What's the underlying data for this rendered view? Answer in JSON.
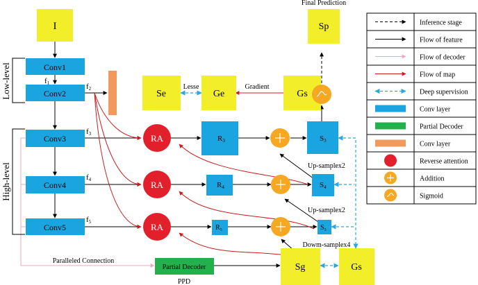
{
  "header": {
    "final_prediction": "Final  Prediction"
  },
  "nodes": {
    "input": "I",
    "conv1": "Conv1",
    "conv2": "Conv2",
    "conv3": "Conv3",
    "conv4": "Conv4",
    "conv5": "Conv5",
    "se": "Se",
    "ge": "Ge",
    "gs_top": "Gs",
    "sp": "Sp",
    "ra3": "RA",
    "ra4": "RA",
    "ra5": "RA",
    "r3": "R",
    "r3_sub": "3",
    "r4": "R",
    "r4_sub": "4",
    "r5": "R",
    "r5_sub": "5",
    "s3": "S",
    "s3_sub": "3",
    "s4": "S",
    "s4_sub": "4",
    "s5": "S",
    "s5_sub": "5",
    "partial_decoder": "Partial Decoder",
    "sg": "Sg",
    "gs_bottom": "Gs"
  },
  "features": {
    "f1": "f",
    "f1_sub": "1",
    "f2": "f",
    "f2_sub": "2",
    "f3": "f",
    "f3_sub": "3",
    "f4": "f",
    "f4_sub": "4",
    "f5": "f",
    "f5_sub": "5"
  },
  "labels": {
    "low_level": "Low-level",
    "high_level": "High-level",
    "lesse": "Lesse",
    "gradient": "Gradient",
    "up_sample_1": "Up-samplex2",
    "up_sample_2": "Up-samplex2",
    "down_sample": "Dowm-samplex4",
    "paralleled": "Paralleled  Connection",
    "ppd": "PPD"
  },
  "legend": [
    {
      "label": "Inference stage",
      "symbol": "dashed-arrow",
      "color": "#000000"
    },
    {
      "label": "Flow of feature",
      "symbol": "arrow",
      "color": "#000000"
    },
    {
      "label": "Flow of decoder",
      "symbol": "arrow",
      "color": "#f2a7bf"
    },
    {
      "label": "Flow of map",
      "symbol": "arrow",
      "color": "#c81e1e"
    },
    {
      "label": "Deep supervision",
      "symbol": "dashed-double-arrow",
      "color": "#29a9e0"
    },
    {
      "label": "Conv layer",
      "symbol": "rect",
      "color": "#1aa5e0"
    },
    {
      "label": "Partial Decoder",
      "symbol": "rect",
      "color": "#22b14c"
    },
    {
      "label": "Conv layer",
      "symbol": "rect",
      "color": "#f19a5c"
    },
    {
      "label": "Reverse attention",
      "symbol": "circle",
      "color": "#e2202c"
    },
    {
      "label": "Addition",
      "symbol": "circle-plus",
      "color": "#f7a823"
    },
    {
      "label": "Sigmoid",
      "symbol": "circle-sigmoid",
      "color": "#f7a823"
    }
  ],
  "colors": {
    "yellow": "#f3ee2a",
    "blue": "#1aa5e0",
    "green": "#22b14c",
    "orange": "#f19a5c",
    "red": "#e2202c",
    "addition": "#f7a823",
    "map_flow": "#c81e1e",
    "decoder_flow": "#f2a7bf",
    "supervision": "#29a9e0"
  }
}
